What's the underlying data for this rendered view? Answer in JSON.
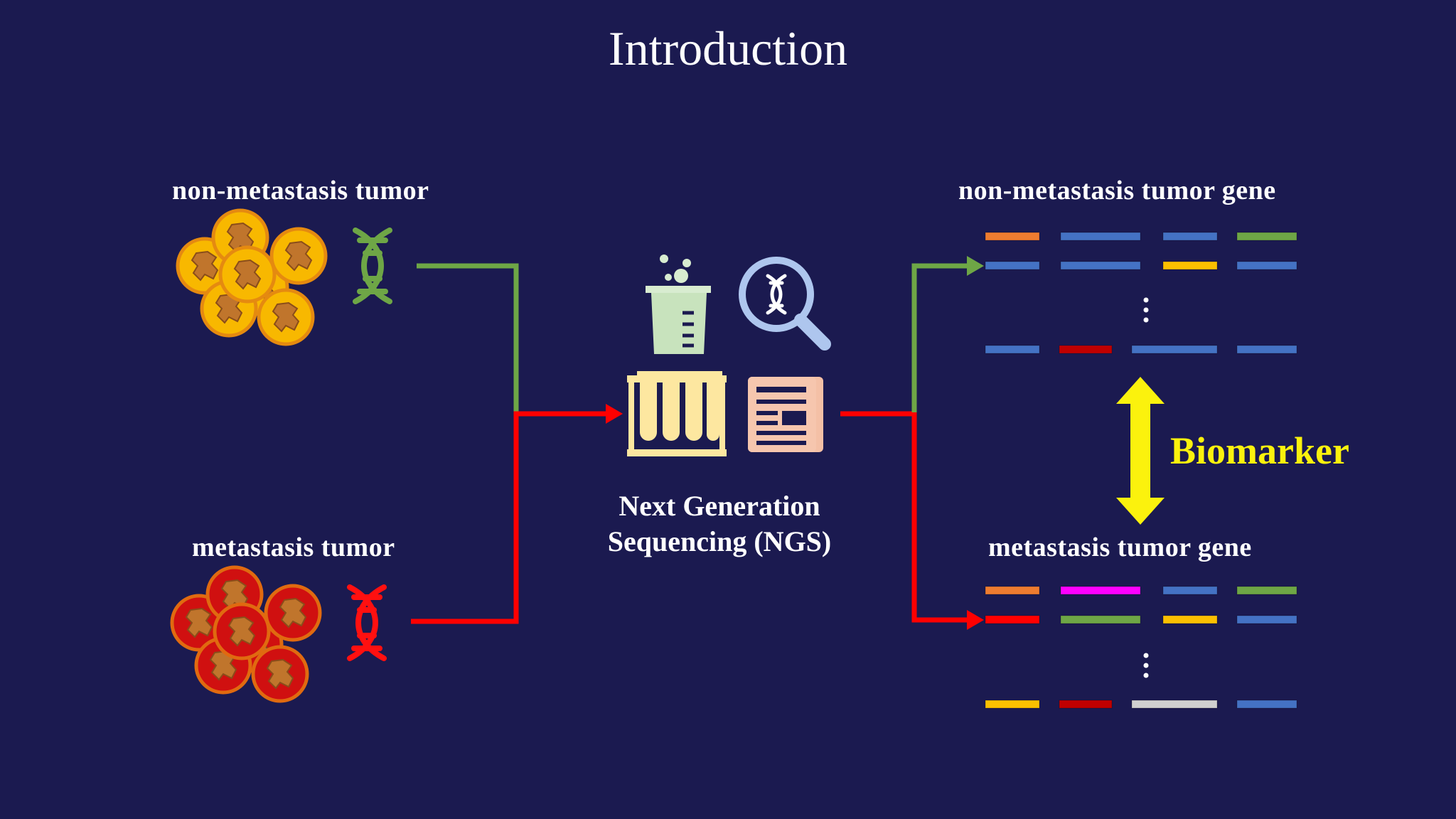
{
  "slide": {
    "title": "Introduction",
    "labels": {
      "non_meta_tumor": "non-metastasis tumor",
      "meta_tumor": "metastasis tumor",
      "ngs_line1": "Next Generation",
      "ngs_line2": "Sequencing (NGS)",
      "non_meta_gene": "non-metastasis tumor gene",
      "meta_gene": "metastasis tumor gene",
      "biomarker": "Biomarker"
    }
  },
  "colors": {
    "background": "#1b1a50",
    "green_path": "#6ea646",
    "red_path": "#ff0000",
    "biomarker_yellow": "#fbf20d",
    "cell_orange_fill": "#f8b800",
    "cell_red_fill": "#d01010",
    "gene_orange": "#ee7c30",
    "gene_blue": "#4472c4",
    "gene_green": "#6ea646",
    "gene_yellow": "#fbc000",
    "gene_darkred": "#c00000",
    "gene_magenta": "#ff00ff",
    "gene_red": "#ff0000",
    "gene_gray": "#d0d0d0"
  },
  "gene_rows": {
    "non_metastasis": [
      [
        "orange",
        "blue",
        "blue",
        "green"
      ],
      [
        "blue",
        "blue",
        "yellow",
        "blue"
      ],
      [
        "blue",
        "darkred",
        "blue",
        "blue"
      ]
    ],
    "metastasis": [
      [
        "orange",
        "magenta",
        "blue",
        "green"
      ],
      [
        "red",
        "green",
        "yellow",
        "blue"
      ],
      [
        "yellow",
        "darkred",
        "gray",
        "blue"
      ]
    ]
  },
  "icons": [
    "tumor-cells-icon",
    "dna-icon",
    "beaker-icon",
    "dna-magnifier-icon",
    "test-tubes-icon",
    "report-icon",
    "double-arrow-icon"
  ]
}
